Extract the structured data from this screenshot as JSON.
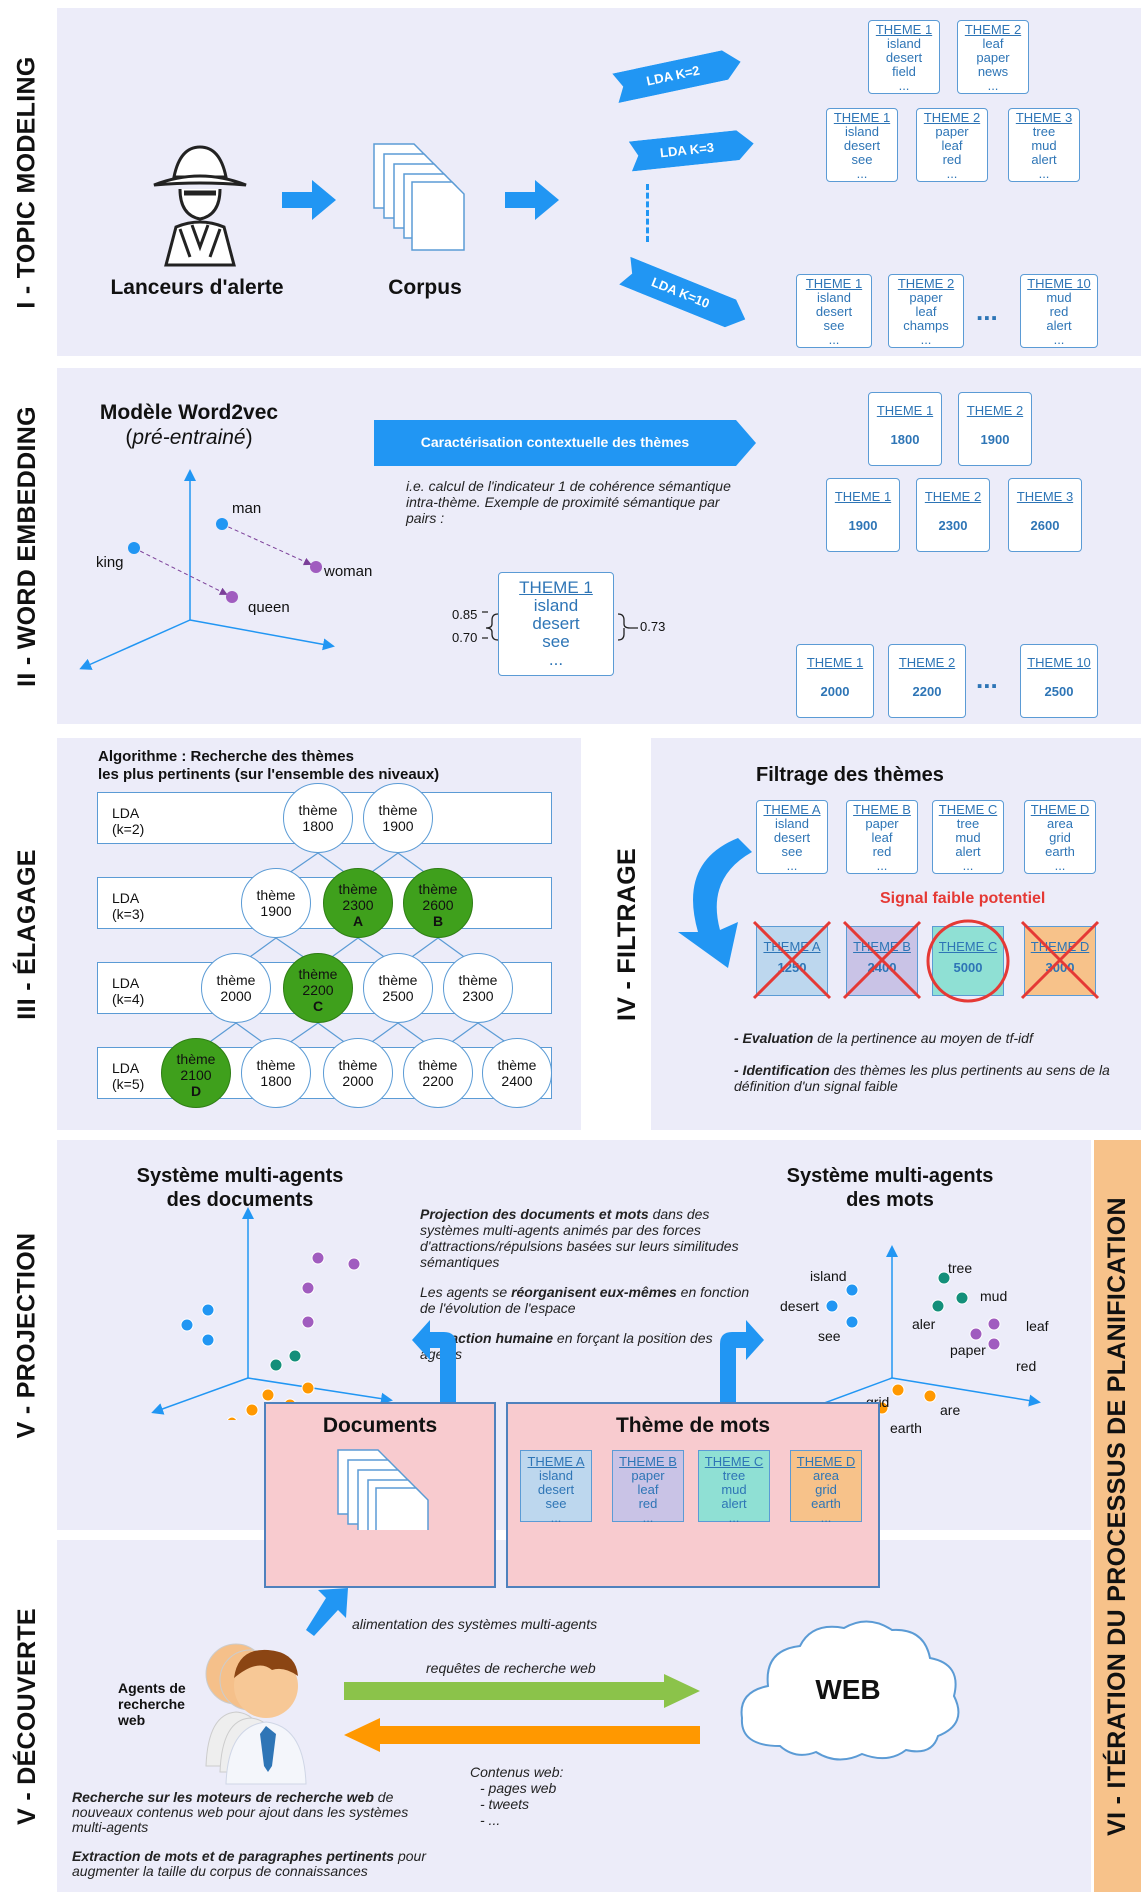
{
  "sections": {
    "s1": "I - TOPIC MODELING",
    "s2": "II - WORD EMBEDDING",
    "s3": "III - ÉLAGAGE",
    "s4": "IV - FILTRAGE",
    "s5": "V - PROJECTION",
    "s5b": "V - DÉCOUVERTE",
    "s6": "VI - ITÉRATION DU PROCESSUS DE PLANIFICATION"
  },
  "topic": {
    "lanceurs": "Lanceurs d'alerte",
    "corpus": "Corpus",
    "lda2": "LDA K=2",
    "lda3": "LDA K=3",
    "lda10": "LDA K=10",
    "ellipsis": "...",
    "k2": [
      {
        "t": "THEME 1",
        "w": [
          "island",
          "desert",
          "field"
        ]
      },
      {
        "t": "THEME 2",
        "w": [
          "leaf",
          "paper",
          "news"
        ]
      }
    ],
    "k3": [
      {
        "t": "THEME 1",
        "w": [
          "island",
          "desert",
          "see"
        ]
      },
      {
        "t": "THEME 2",
        "w": [
          "paper",
          "leaf",
          "red"
        ]
      },
      {
        "t": "THEME 3",
        "w": [
          "tree",
          "mud",
          "alert"
        ]
      }
    ],
    "k10": [
      {
        "t": "THEME 1",
        "w": [
          "island",
          "desert",
          "see"
        ]
      },
      {
        "t": "THEME 2",
        "w": [
          "paper",
          "leaf",
          "champs"
        ]
      },
      {
        "t": "THEME 10",
        "w": [
          "mud",
          "red",
          "alert"
        ]
      }
    ]
  },
  "embed": {
    "model": "Modèle Word2vec",
    "model_sub": "pré-entrainé",
    "man": "man",
    "woman": "woman",
    "king": "king",
    "queen": "queen",
    "arrow": "Caractérisation contextuelle des thèmes",
    "desc": "i.e. calcul de l'indicateur 1 de cohérence sémantique intra-thème. Exemple de proximité sémantique par pairs :",
    "theme": {
      "t": "THEME 1",
      "w": [
        "island",
        "desert",
        "see"
      ]
    },
    "v1": "0.85",
    "v2": "0.70",
    "v3": "0.73",
    "k2": [
      {
        "t": "THEME 1",
        "v": "1800"
      },
      {
        "t": "THEME 2",
        "v": "1900"
      }
    ],
    "k3": [
      {
        "t": "THEME 1",
        "v": "1900"
      },
      {
        "t": "THEME 2",
        "v": "2300"
      },
      {
        "t": "THEME 3",
        "v": "2600"
      }
    ],
    "k10": [
      {
        "t": "THEME 1",
        "v": "2000"
      },
      {
        "t": "THEME 2",
        "v": "2200"
      },
      {
        "t": "THEME 10",
        "v": "2500"
      }
    ]
  },
  "elagage": {
    "title1": "Algorithme : Recherche des thèmes",
    "title2": "les plus pertinents (sur l'ensemble des niveaux)",
    "rows": [
      {
        "l1": "LDA",
        "l2": "(k=2)"
      },
      {
        "l1": "LDA",
        "l2": "(k=3)"
      },
      {
        "l1": "LDA",
        "l2": "(k=4)"
      },
      {
        "l1": "LDA",
        "l2": "(k=5)"
      }
    ],
    "theme": "thème",
    "nodes": [
      [
        "1800",
        "1900"
      ],
      [
        "1900",
        "2300",
        "2600"
      ],
      [
        "2000",
        "2200",
        "2500",
        "2300"
      ],
      [
        "2100",
        "1800",
        "2000",
        "2200",
        "2400"
      ]
    ],
    "letters": {
      "A": "A",
      "B": "B",
      "C": "C",
      "D": "D"
    }
  },
  "filtrage": {
    "title": "Filtrage des thèmes",
    "themes": [
      {
        "t": "THEME A",
        "w": [
          "island",
          "desert",
          "see"
        ]
      },
      {
        "t": "THEME B",
        "w": [
          "paper",
          "leaf",
          "red"
        ]
      },
      {
        "t": "THEME C",
        "w": [
          "tree",
          "mud",
          "alert"
        ]
      },
      {
        "t": "THEME D",
        "w": [
          "area",
          "grid",
          "earth"
        ]
      }
    ],
    "signal": "Signal faible potentiel",
    "scores": [
      {
        "t": "THEME A",
        "v": "1250"
      },
      {
        "t": "THEME B",
        "v": "2400"
      },
      {
        "t": "THEME C",
        "v": "5000"
      },
      {
        "t": "THEME D",
        "v": "3000"
      }
    ],
    "b1_bold": "- Evaluation",
    "b1": " de la pertinence au moyen de tf-idf",
    "b2_bold": "- Identification",
    "b2": " des thèmes les plus pertinents au sens de la définition d'un signal faible"
  },
  "projection": {
    "left_title1": "Système multi-agents",
    "left_title2": "des documents",
    "right_title1": "Système multi-agents",
    "right_title2": "des mots",
    "p1_bold": "Projection des documents et mots",
    "p1": " dans des systèmes multi-agents animés par des forces d'attractions/répulsions basées sur leurs similitudes sémantiques",
    "p2a": "Les agents se ",
    "p2_bold": "réorganisent eux-mêmes",
    "p2b": " en fonction de l'évolution de l'espace",
    "p3_bold": "Interaction humaine",
    "p3": " en forçant la position des agents",
    "words": {
      "island": "island",
      "desert": "desert",
      "see": "see",
      "tree": "tree",
      "mud": "mud",
      "aler": "aler",
      "leaf": "leaf",
      "paper": "paper",
      "red": "red",
      "grid": "grid",
      "are": "are",
      "earth": "earth"
    },
    "documents": "Documents",
    "theme_mots": "Thème de mots",
    "themes": [
      {
        "t": "THEME A",
        "w": [
          "island",
          "desert",
          "see"
        ]
      },
      {
        "t": "THEME B",
        "w": [
          "paper",
          "leaf",
          "red"
        ]
      },
      {
        "t": "THEME C",
        "w": [
          "tree",
          "mud",
          "alert"
        ]
      },
      {
        "t": "THEME D",
        "w": [
          "area",
          "grid",
          "earth"
        ]
      }
    ]
  },
  "decouverte": {
    "alim": "alimentation des systèmes multi-agents",
    "requetes": "requêtes de recherche web",
    "agents1": "Agents de",
    "agents2": "recherche",
    "agents3": "web",
    "web": "WEB",
    "contenus": "Contenus web:",
    "c1": "- pages web",
    "c2": "- tweets",
    "c3": "- ...",
    "r1_bold": "Recherche sur les moteurs de recherche web",
    "r1": " de nouveaux contenus web pour ajout dans les systèmes multi-agents",
    "r2_bold": "Extraction de mots et de paragraphes pertinents",
    "r2": " pour augmenter la taille du corpus de connaissances"
  },
  "colors": {
    "panel": "#ececf9",
    "blue": "#2196f3",
    "green": "#3fa01c",
    "red": "#e53935",
    "orange": "#f7c28a",
    "pink": "#f8cbcf"
  }
}
